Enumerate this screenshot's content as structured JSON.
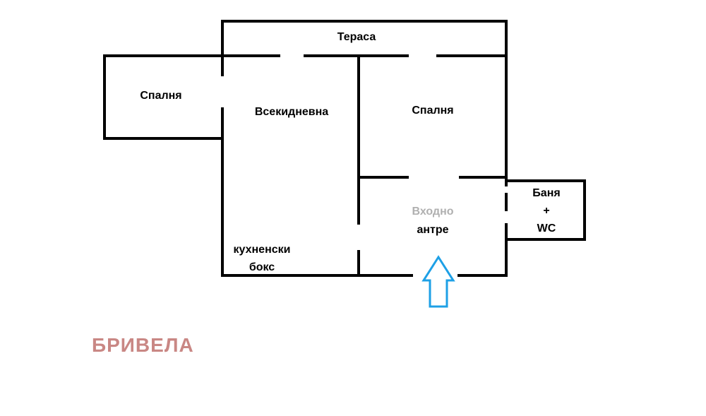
{
  "rooms": {
    "terrace": "Тераса",
    "bedroom_left": "Спалня",
    "living_room": "Всекидневна",
    "bedroom_right": "Спалня",
    "hall": [
      "Входно",
      "антре"
    ],
    "bathroom": [
      "Баня",
      "+",
      "WC"
    ],
    "kitchenette": [
      "кухненски",
      "бокс"
    ]
  },
  "brand": {
    "text": "БРИВЕЛА",
    "color": "#c98784"
  },
  "colors": {
    "walls": "#000000",
    "entrance_arrow": "#1ea0e6"
  },
  "icons": {
    "entrance": "up-arrow-icon"
  }
}
